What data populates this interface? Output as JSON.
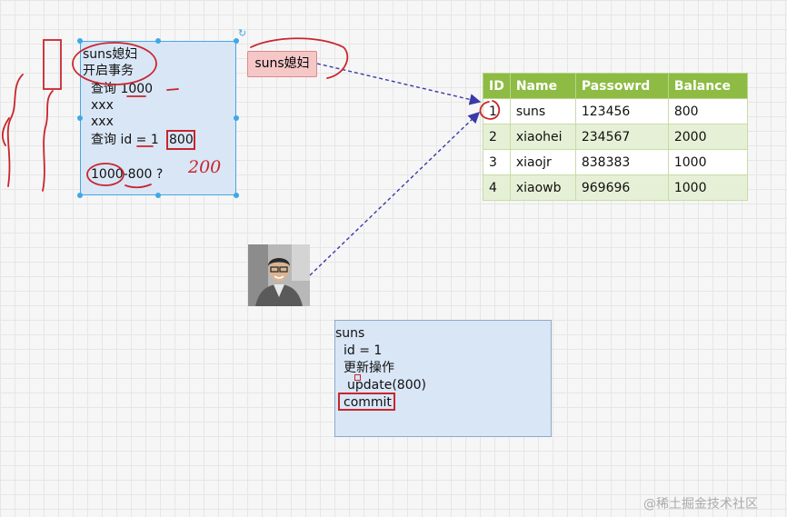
{
  "box_a": {
    "lines": [
      "suns媳妇",
      "开启事务",
      "查询   1000",
      "xxx",
      "xxx",
      "查询 id = 1",
      "800",
      "1000-800 ?"
    ],
    "annotation": "200"
  },
  "tag": {
    "label": "suns媳妇"
  },
  "table": {
    "headers": [
      "ID",
      "Name",
      "Passowrd",
      "Balance"
    ],
    "rows": [
      [
        "1",
        "suns",
        "123456",
        "800"
      ],
      [
        "2",
        "xiaohei",
        "234567",
        "2000"
      ],
      [
        "3",
        "xiaojr",
        "838383",
        "1000"
      ],
      [
        "4",
        "xiaowb",
        "969696",
        "1000"
      ]
    ]
  },
  "box_b": {
    "lines": [
      "suns",
      "id = 1",
      "更新操作",
      "update(800)",
      "commit"
    ]
  },
  "watermark": "@稀土掘金技术社区",
  "colors": {
    "box_fill": "#d9e6f6",
    "table_header": "#8dbb43",
    "red_ink": "#c9252c",
    "arrow": "#3a3aa8"
  }
}
